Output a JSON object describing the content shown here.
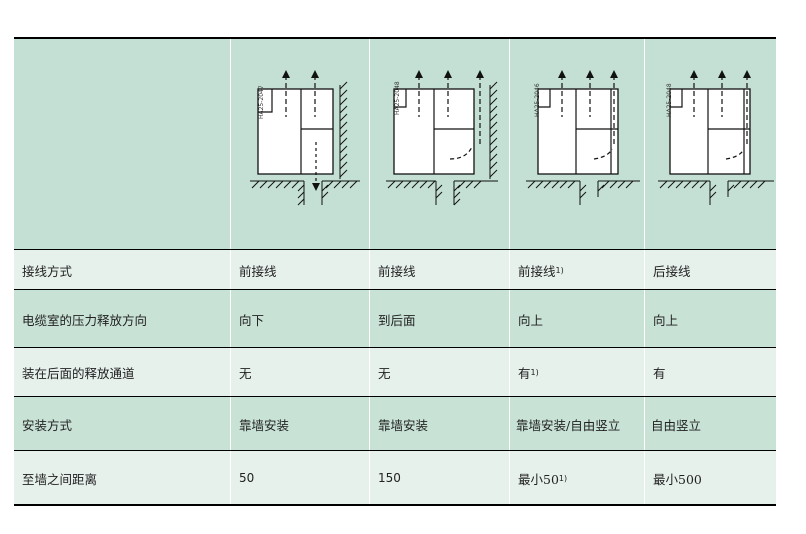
{
  "diagrams": [
    {
      "code": "HA25-2047"
    },
    {
      "code": "HA25-2048"
    },
    {
      "code": "HA25-2046"
    },
    {
      "code": "HA25-2048"
    }
  ],
  "rows": [
    {
      "label": "接线方式",
      "cells": [
        {
          "text": "前接线",
          "sup": ""
        },
        {
          "text": "前接线",
          "sup": ""
        },
        {
          "text": "前接线",
          "sup": "1)"
        },
        {
          "text": "后接线",
          "sup": ""
        }
      ]
    },
    {
      "label": "电缆室的压力释放方向",
      "cells": [
        {
          "text": "向下",
          "sup": ""
        },
        {
          "text": "到后面",
          "sup": ""
        },
        {
          "text": "向上",
          "sup": ""
        },
        {
          "text": "向上",
          "sup": ""
        }
      ]
    },
    {
      "label": "装在后面的释放通道",
      "cells": [
        {
          "text": "无",
          "sup": ""
        },
        {
          "text": "无",
          "sup": ""
        },
        {
          "text": "有",
          "sup": "1)"
        },
        {
          "text": "有",
          "sup": ""
        }
      ]
    },
    {
      "label": "安装方式",
      "cells": [
        {
          "text": "靠墙安装",
          "sup": ""
        },
        {
          "text": "靠墙安装",
          "sup": ""
        },
        {
          "text": "靠墙安装/自由竖立",
          "sup": ""
        },
        {
          "text": "自由竖立",
          "sup": ""
        }
      ]
    },
    {
      "label": "至墙之间距离",
      "cells": [
        {
          "text": "50",
          "sup": ""
        },
        {
          "text": "150",
          "sup": ""
        },
        {
          "text": "最小50",
          "sup": "1)"
        },
        {
          "text": "最小500",
          "sup": ""
        }
      ]
    }
  ],
  "colors": {
    "header_bg": "#c4e0d4",
    "row_odd": "#e7f1ec",
    "row_even": "#c8e2d6",
    "rule": "#000000"
  }
}
